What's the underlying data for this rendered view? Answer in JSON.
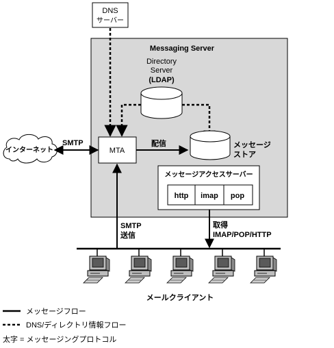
{
  "dns_box": {
    "line1": "DNS",
    "line2": "サーバー"
  },
  "messaging_server": {
    "title": "Messaging Server"
  },
  "directory_server": {
    "line1": "Directory",
    "line2": "Server",
    "line3": "(LDAP)"
  },
  "mta": {
    "label": "MTA"
  },
  "delivery": {
    "label": "配信"
  },
  "message_store": {
    "line1": "メッセージ",
    "line2": "ストア"
  },
  "access_server": {
    "title": "メッセージアクセスサーバー",
    "protocols": [
      "http",
      "imap",
      "pop"
    ]
  },
  "internet": {
    "label": "インターネット"
  },
  "smtp_left": {
    "label": "SMTP"
  },
  "smtp_send": {
    "line1": "SMTP",
    "line2": "送信"
  },
  "retrieve": {
    "line1": "取得",
    "line2": "IMAP/POP/HTTP"
  },
  "clients": {
    "label": "メールクライアント",
    "count": 5
  },
  "legend": {
    "solid": "メッセージフロー",
    "dashed": "DNS/ディレクトリ情報フロー",
    "bold": "太字 = メッセージングプロトコル"
  },
  "colors": {
    "server_fill": "#d8d8d8",
    "line": "#000000",
    "background": "#ffffff"
  }
}
